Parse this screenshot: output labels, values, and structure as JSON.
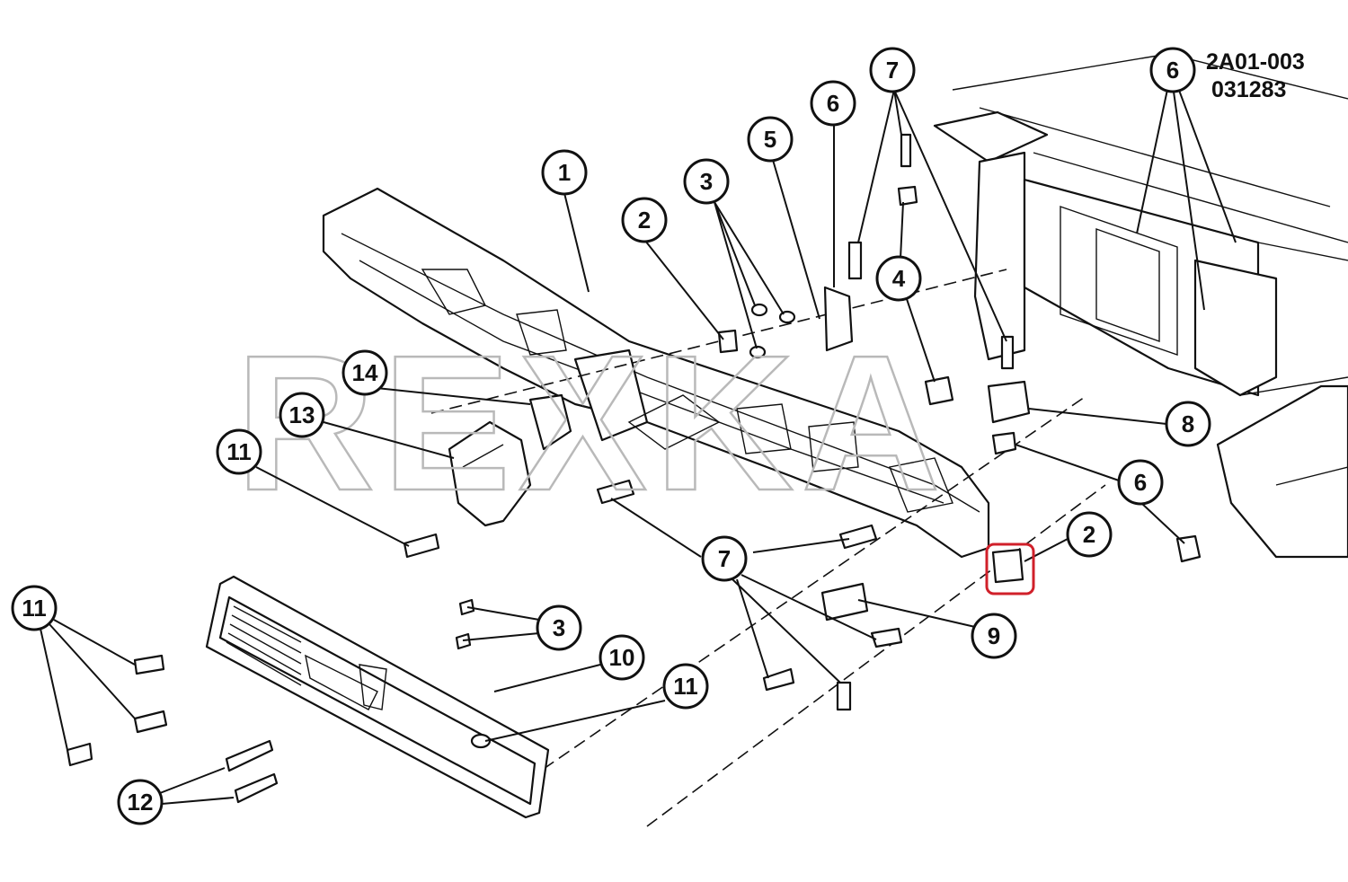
{
  "drawing_code": {
    "line1": "2A01-003",
    "line2": "031283"
  },
  "watermark": "REXKA",
  "callouts": [
    "1",
    "2",
    "3",
    "4",
    "5",
    "6",
    "7",
    "8",
    "9",
    "10",
    "11",
    "12",
    "13",
    "14"
  ],
  "colors": {
    "ink": "#111111",
    "highlight": "#d0202a",
    "watermark": "#b9b9b9"
  },
  "highlighted_part": "2"
}
